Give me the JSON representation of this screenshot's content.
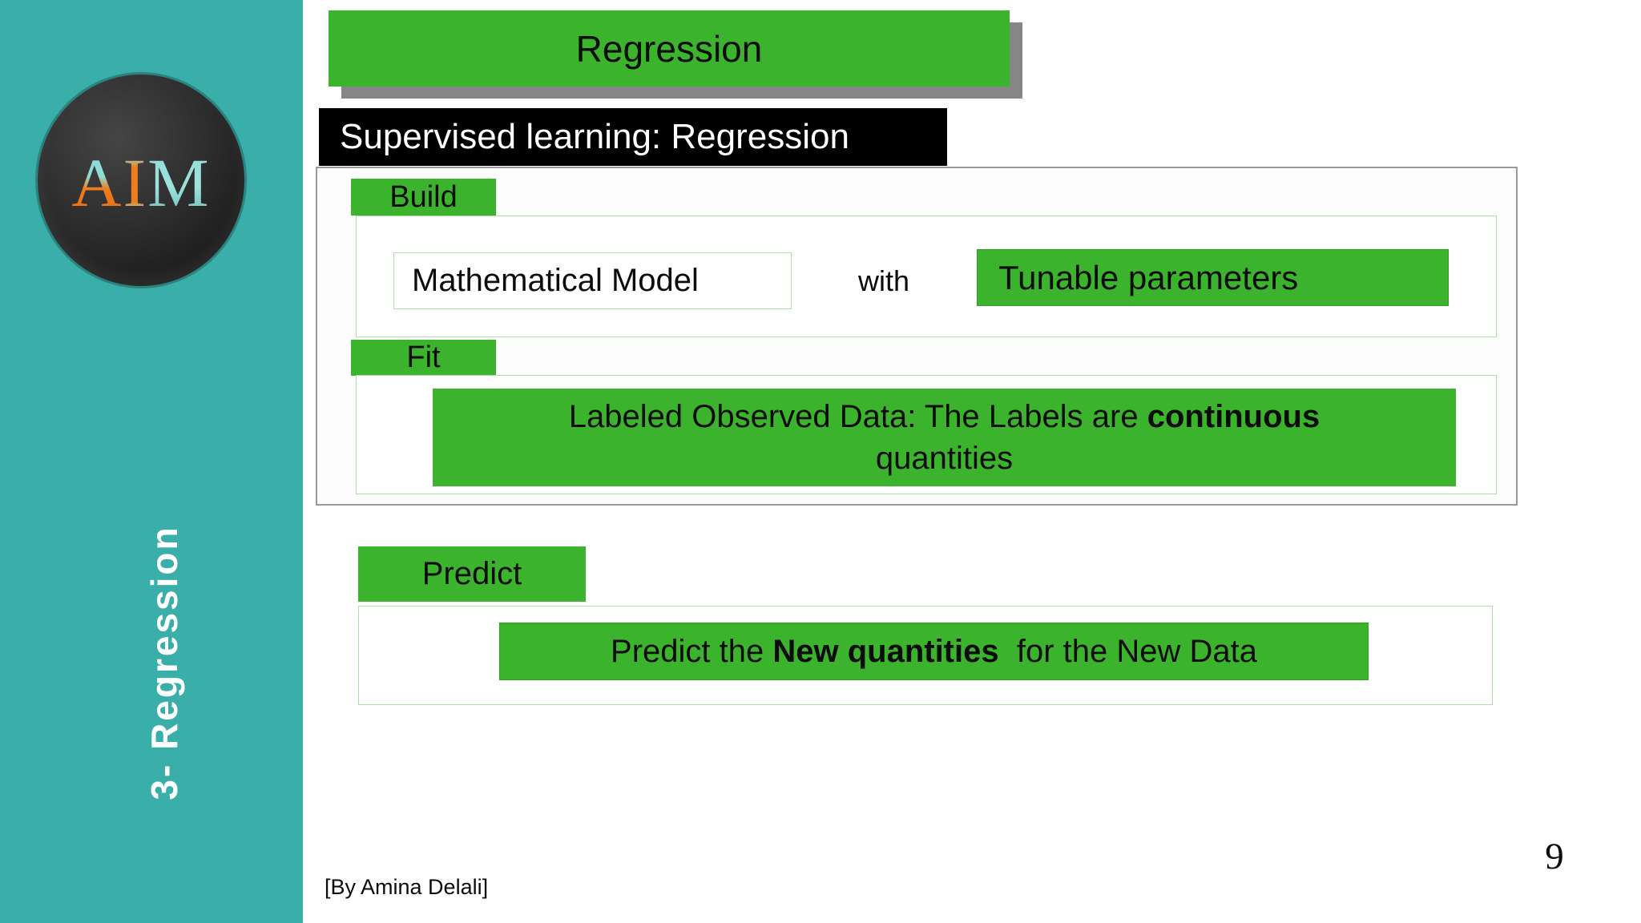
{
  "sidebar": {
    "logo_letters": [
      "A",
      "I",
      "M"
    ],
    "vertical_label": "3- Regression"
  },
  "title": {
    "text": "Regression"
  },
  "subtitle_bar": {
    "text": "Supervised learning: Regression"
  },
  "build_section": {
    "label": "Build",
    "model_box": "Mathematical Model",
    "connector": "with",
    "params_box": "Tunable parameters"
  },
  "fit_section": {
    "label": "Fit",
    "banner": {
      "line1_prefix": "Labeled Observed Data: The Labels are ",
      "line1_bold": "continuous",
      "line2": "quantities"
    }
  },
  "predict_section": {
    "label": "Predict",
    "banner": {
      "prefix": "Predict the ",
      "bold": "New quantities",
      "suffix": "  for the New Data"
    }
  },
  "footer": {
    "caption": "[By Amina Delali]",
    "page_number": "9"
  },
  "colors": {
    "accent_green": "#3cb32c",
    "sidebar_teal": "#3aafa9",
    "title_shadow_gray": "#868686",
    "subtitle_bg": "#000000",
    "logo_teal": "#8fdcd6",
    "logo_orange": "#ef7d1d"
  }
}
